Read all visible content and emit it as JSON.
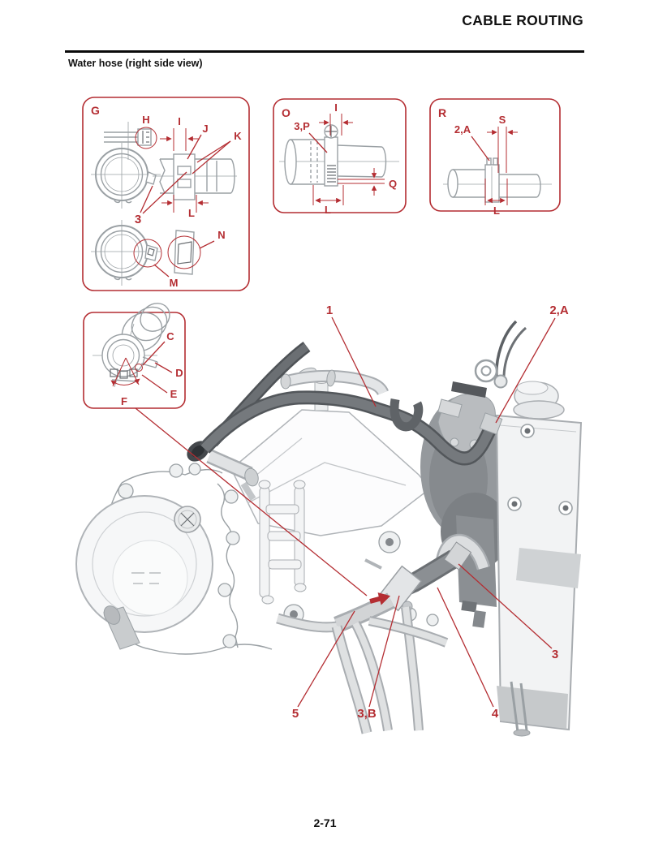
{
  "page": {
    "header_title": "CABLE ROUTING",
    "section_title": "Water hose (right side view)",
    "page_number": "2-71"
  },
  "colors": {
    "callout_red": "#b42d32",
    "line_art_gray": "#9aa0a4",
    "dark_hose_gray": "#53575b",
    "text_black": "#111111"
  },
  "boxes": {
    "g": {
      "label": "G",
      "h": "H",
      "i": "I",
      "j": "J",
      "k": "K",
      "three": "3",
      "l": "L",
      "m": "M",
      "n": "N"
    },
    "o": {
      "label": "O",
      "threep": "3,P",
      "i": "I",
      "q": "Q",
      "l": "L"
    },
    "r": {
      "label": "R",
      "twoa": "2,A",
      "s": "S",
      "l": "L"
    },
    "f": {
      "c": "C",
      "d": "D",
      "e": "E",
      "f": "F"
    }
  },
  "main": {
    "one": "1",
    "twoa": "2,A",
    "three": "3",
    "four": "4",
    "five": "5",
    "threeb": "3,B"
  }
}
